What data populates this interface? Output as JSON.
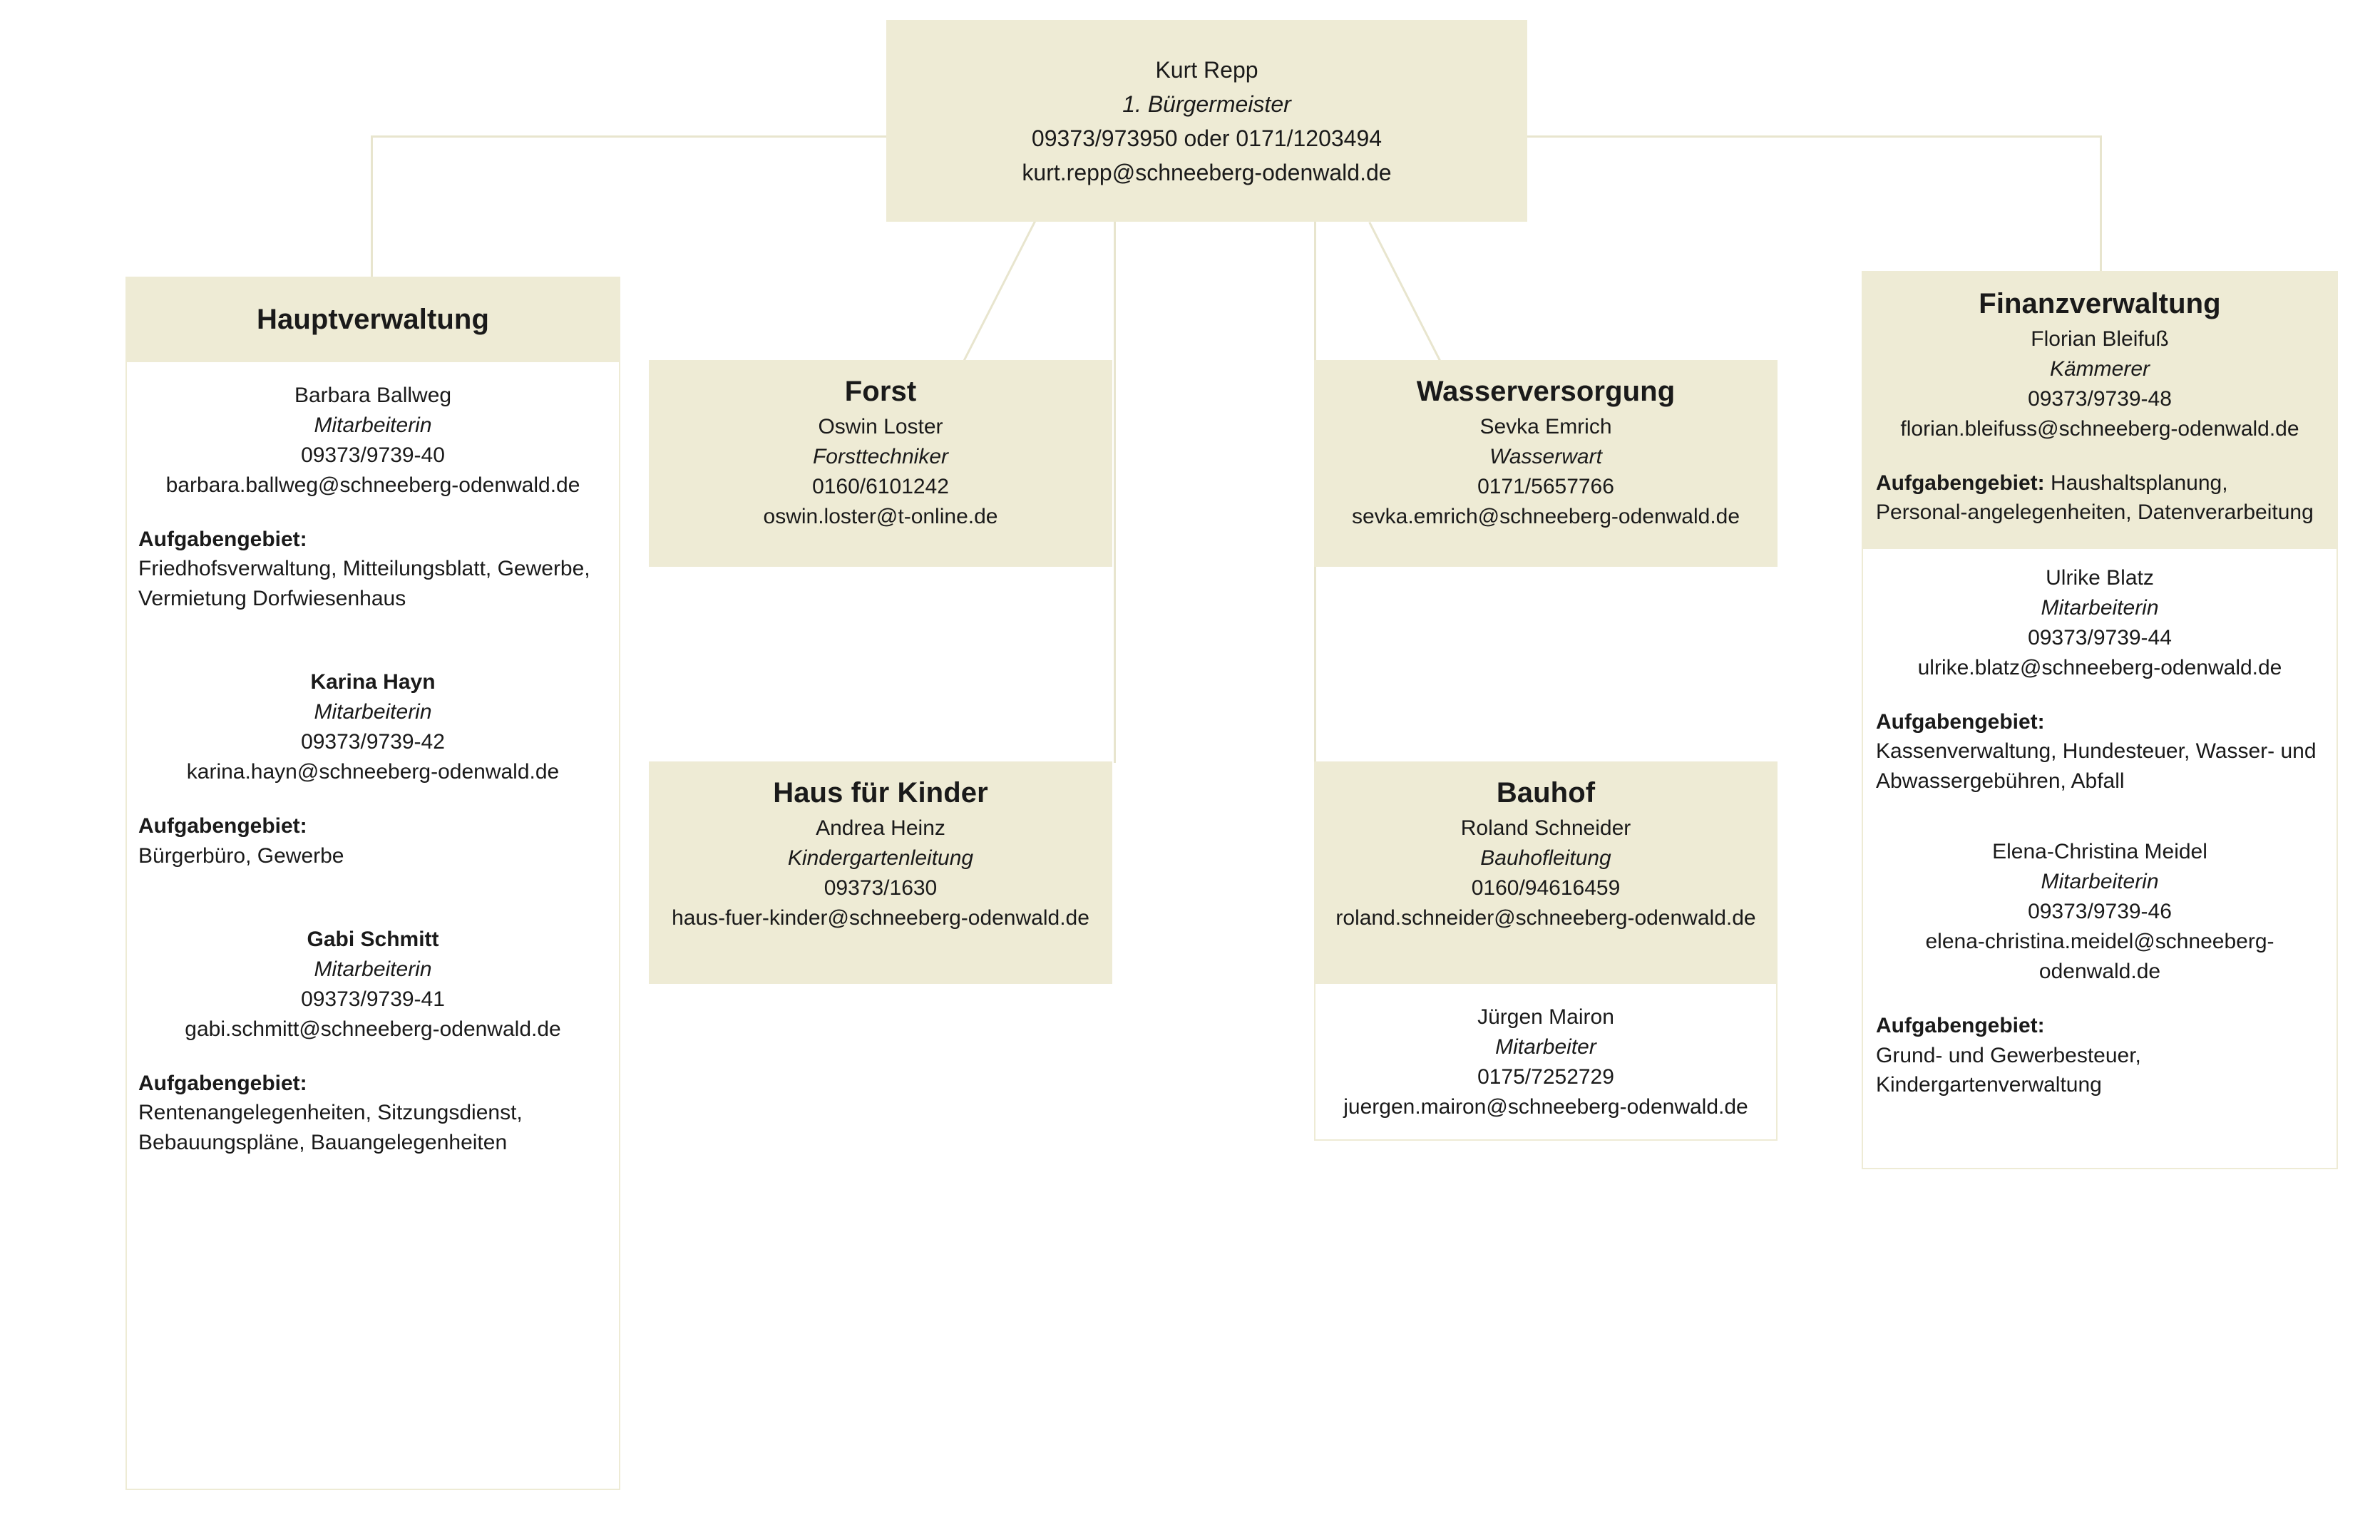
{
  "colors": {
    "box_fill": "#EEEBD5",
    "line": "#E8E5CE",
    "page_bg": "#FFFFFF",
    "text": "#1A1A1A"
  },
  "labels": {
    "task_label": "Aufgabengebiet:"
  },
  "mayor": {
    "name": "Kurt Repp",
    "role": "1. Bürgermeister",
    "phone": "09373/973950 oder 0171/1203494",
    "email": "kurt.repp@schneeberg-odenwald.de"
  },
  "units": [
    {
      "id": "hauptverwaltung",
      "title": "Hauptverwaltung",
      "people": [
        {
          "name": "Barbara Ballweg",
          "role": "Mitarbeiterin",
          "phone": "09373/9739-40",
          "email": "barbara.ballweg@schneeberg-odenwald.de",
          "task_label": "Aufgabengebiet:",
          "tasks": "Friedhofsverwaltung, Mitteilungsblatt, Gewerbe, Vermietung Dorfwiesenhaus"
        },
        {
          "name": "Karina Hayn",
          "role": "Mitarbeiterin",
          "phone": "09373/9739-42",
          "email": "karina.hayn@schneeberg-odenwald.de",
          "task_label": "Aufgabengebiet:",
          "tasks": "Bürgerbüro, Gewerbe"
        },
        {
          "name": "Gabi Schmitt",
          "role": "Mitarbeiterin",
          "phone": "09373/9739-41",
          "email": "gabi.schmitt@schneeberg-odenwald.de",
          "task_label": "Aufgabengebiet:",
          "tasks": "Rentenangelegenheiten, Sitzungsdienst, Bebauungspläne, Bauangelegenheiten"
        }
      ]
    },
    {
      "id": "forst",
      "title": "Forst",
      "people": [
        {
          "name": "Oswin Loster",
          "role": "Forsttechniker",
          "phone": "0160/6101242",
          "email": "oswin.loster@t-online.de"
        }
      ]
    },
    {
      "id": "haus-fuer-kinder",
      "title": "Haus für Kinder",
      "people": [
        {
          "name": "Andrea Heinz",
          "role": "Kindergartenleitung",
          "phone": "09373/1630",
          "email": "haus-fuer-kinder@schneeberg-odenwald.de"
        }
      ]
    },
    {
      "id": "wasserversorgung",
      "title": "Wasserversorgung",
      "people": [
        {
          "name": "Sevka Emrich",
          "role": "Wasserwart",
          "phone": "0171/5657766",
          "email": "sevka.emrich@schneeberg-odenwald.de"
        }
      ]
    },
    {
      "id": "bauhof",
      "title": "Bauhof",
      "people": [
        {
          "name": "Roland Schneider",
          "role": "Bauhofleitung",
          "phone": "0160/94616459",
          "email": "roland.schneider@schneeberg-odenwald.de"
        },
        {
          "name": "Jürgen Mairon",
          "role": "Mitarbeiter",
          "phone": "0175/7252729",
          "email": "juergen.mairon@schneeberg-odenwald.de"
        }
      ]
    },
    {
      "id": "finanzverwaltung",
      "title": "Finanzverwaltung",
      "people": [
        {
          "name": "Florian Bleifuß",
          "role": "Kämmerer",
          "phone": "09373/9739-48",
          "email": "florian.bleifuss@schneeberg-odenwald.de",
          "task_label": "Aufgabengebiet:",
          "tasks": "Haushaltsplanung, Personal-angelegenheiten, Datenverarbeitung"
        },
        {
          "name": "Ulrike Blatz",
          "role": "Mitarbeiterin",
          "phone": "09373/9739-44",
          "email": "ulrike.blatz@schneeberg-odenwald.de",
          "task_label": "Aufgabengebiet:",
          "tasks": "Kassenverwaltung, Hundesteuer, Wasser- und Abwassergebühren, Abfall"
        },
        {
          "name": "Elena-Christina Meidel",
          "role": "Mitarbeiterin",
          "phone": "09373/9739-46",
          "email": "elena-christina.meidel@schneeberg-odenwald.de",
          "task_label": "Aufgabengebiet:",
          "tasks": "Grund- und Gewerbesteuer, Kindergartenverwaltung"
        }
      ]
    }
  ]
}
